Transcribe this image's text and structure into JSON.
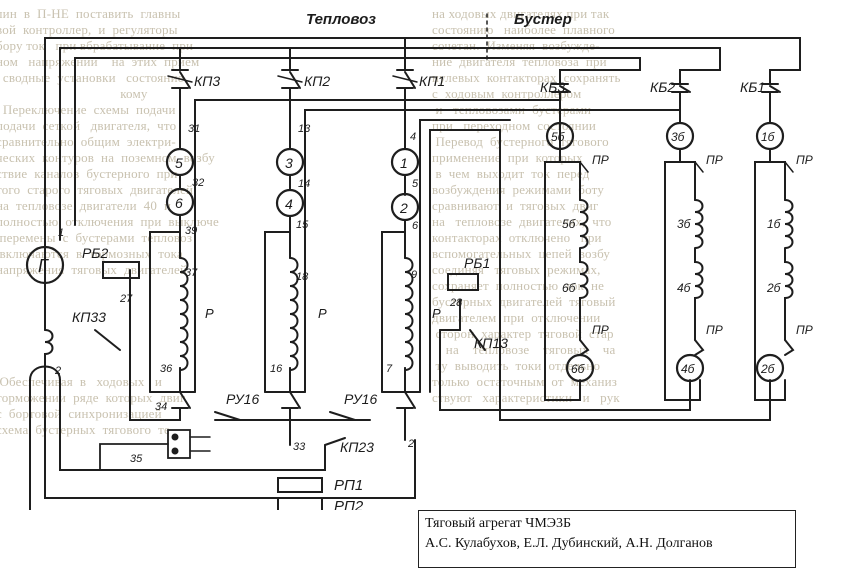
{
  "diagram": {
    "sections": {
      "left": "Тепловоз",
      "right": "Бустер"
    },
    "contactors": [
      "КП3",
      "КП2",
      "КП1",
      "КБ3",
      "КБ2",
      "КБ1"
    ],
    "motors": [
      "5",
      "3",
      "1",
      "6",
      "4",
      "2",
      "5б",
      "3б",
      "1б",
      "6б",
      "4б",
      "2б"
    ],
    "generator": "Г",
    "relays": [
      "РБ2",
      "РБ1",
      "РП1",
      "РП2"
    ],
    "field_switches": [
      "КП33",
      "КП13",
      "КП23",
      "РУ16",
      "РУ16"
    ],
    "winding_labels": [
      "Р",
      "Р",
      "Р",
      "5б",
      "6б",
      "3б",
      "4б",
      "1б",
      "2б"
    ],
    "fuse_labels": [
      "ПР",
      "ПР",
      "ПР",
      "ПР",
      "ПР",
      "ПР"
    ],
    "wire_numbers": [
      "31",
      "32",
      "13",
      "14",
      "4",
      "5",
      "1",
      "39",
      "15",
      "6",
      "37",
      "18",
      "9",
      "27",
      "28",
      "2",
      "36",
      "16",
      "7",
      "34",
      "35",
      "33",
      "2"
    ]
  },
  "caption": {
    "line1": "Тяговый агрегат ЧМЭ3Б",
    "line2": "А.С. Кулабухов, Е.Л. Дубинский, А.Н. Долганов"
  }
}
